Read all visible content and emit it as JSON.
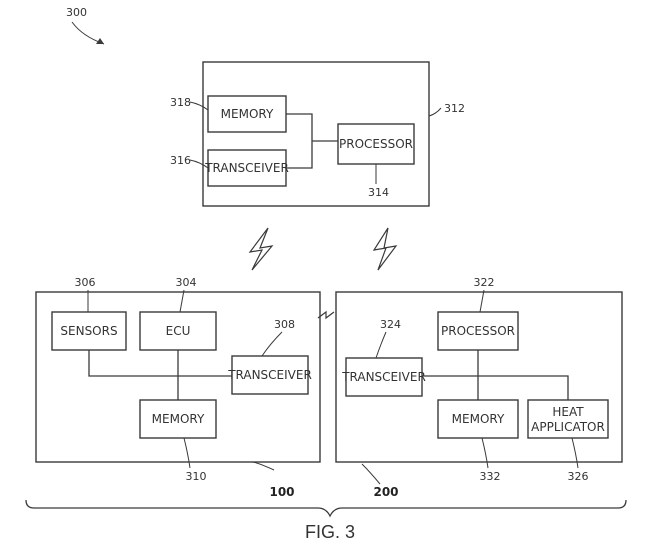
{
  "figure_label": "FIG. 3",
  "refs": {
    "system": "300",
    "remote_device": "312",
    "memory_top": "318",
    "transceiver_top": "316",
    "processor_top": "314",
    "sensors": "306",
    "ecu": "304",
    "transceiver_left": "308",
    "memory_left": "310",
    "vehicle": "100",
    "transceiver_right": "324",
    "processor_right": "322",
    "memory_right": "332",
    "heat_applicator": "326",
    "heater_unit": "200"
  },
  "blocks": {
    "memory": "MEMORY",
    "transceiver": "TRANSCEIVER",
    "processor": "PROCESSOR",
    "sensors": "SENSORS",
    "ecu": "ECU",
    "heat_line1": "HEAT",
    "heat_line2": "APPLICATOR"
  }
}
